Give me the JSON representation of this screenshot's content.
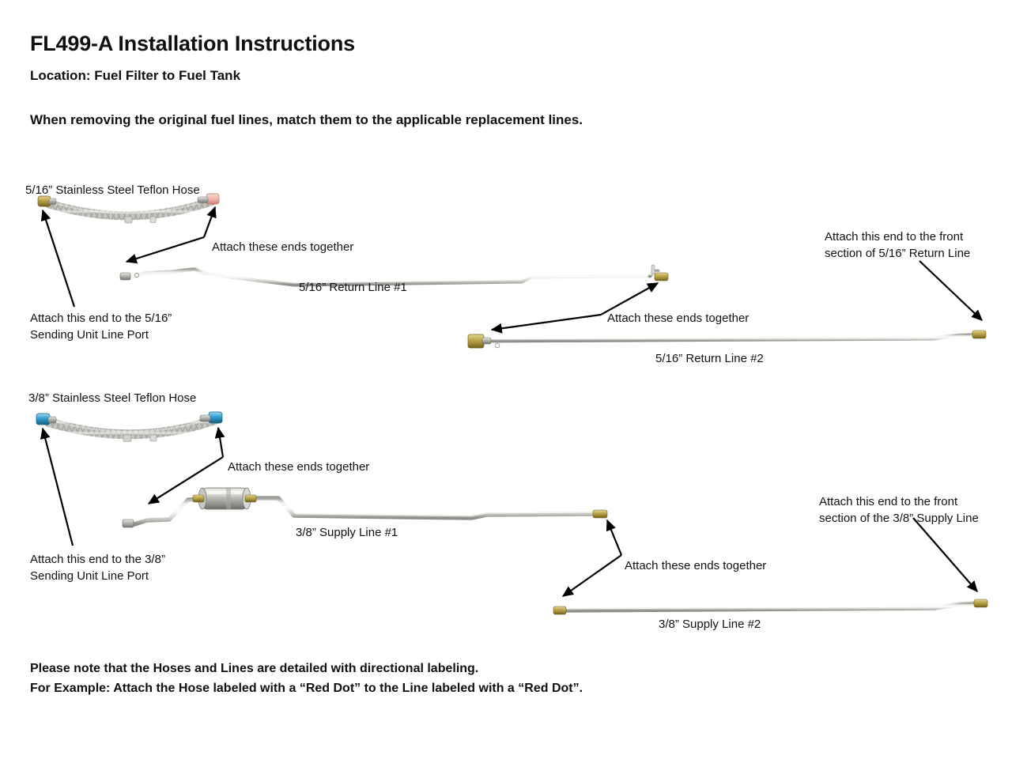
{
  "document": {
    "title": "FL499-A Installation Instructions",
    "location_line": "Location: Fuel Filter to Fuel Tank",
    "instruction_line": "When removing the original fuel lines, match them to the applicable replacement lines.",
    "footer_note": "Please note that the Hoses and Lines are detailed with directional labeling.\nFor Example: Attach the Hose labeled with a “Red Dot” to the Line labeled with a “Red Dot”."
  },
  "colors": {
    "text": "#101010",
    "arrow": "#000000",
    "line_metal_light": "#f2f2f0",
    "line_metal_mid": "#c9c9c4",
    "line_metal_dark": "#8f8f8a",
    "brass": "#b9a24a",
    "brass_dark": "#8a7629",
    "red_tag": "#f0b7ae",
    "red_tag_dark": "#d08878",
    "blue_tag": "#2f9fd0",
    "blue_tag_dark": "#1d6f94",
    "hose_braid": "#bdbdb6",
    "filter_body": "#b0b0ab"
  },
  "sections": {
    "return_5_16": {
      "hose_label": "5/16” Stainless Steel Teflon Hose",
      "line1_label": "5/16” Return Line #1",
      "line2_label": "5/16” Return Line #2",
      "attach_hose_to_line1": "Attach these ends together",
      "attach_line1_to_line2": "Attach these ends together",
      "attach_sending_unit": "Attach this end to the 5/16”\nSending Unit Line Port",
      "attach_front_section": "Attach this end to the front\nsection of 5/16” Return Line",
      "hose_end_tags": [
        "brass-fitting",
        "red-dot-tag"
      ]
    },
    "supply_3_8": {
      "hose_label": "3/8” Stainless Steel Teflon Hose",
      "line1_label": "3/8” Supply Line #1",
      "line2_label": "3/8” Supply Line #2",
      "attach_hose_to_line1": "Attach these ends together",
      "attach_line1_to_line2": "Attach these ends together",
      "attach_sending_unit": "Attach this end to the 3/8”\nSending Unit Line Port",
      "attach_front_section": "Attach this end to the front\nsection of the 3/8” Supply Line",
      "hose_end_tags": [
        "blue-dot-tag",
        "blue-dot-tag"
      ],
      "has_inline_fuel_filter": true
    }
  }
}
